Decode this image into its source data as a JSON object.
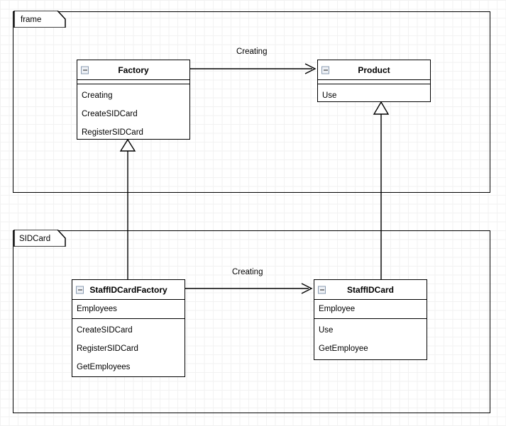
{
  "diagram": {
    "type": "uml-class-diagram",
    "frames": [
      {
        "name": "frame-top",
        "label": "frame"
      },
      {
        "name": "frame-bottom",
        "label": "SIDCard"
      }
    ],
    "classes": [
      {
        "id": "factory",
        "name": "Factory",
        "collapse_icon": "minus-icon",
        "attributes": [],
        "methods": [
          "Creating",
          "CreateSIDCard",
          "RegisterSIDCard"
        ]
      },
      {
        "id": "product",
        "name": "Product",
        "collapse_icon": "minus-icon",
        "attributes": [],
        "methods": [
          "Use"
        ]
      },
      {
        "id": "staffidcardfactory",
        "name": "StaffIDCardFactory",
        "collapse_icon": "minus-icon",
        "attributes": [
          "Employees"
        ],
        "methods": [
          "CreateSIDCard",
          "RegisterSIDCard",
          "GetEmployees"
        ]
      },
      {
        "id": "staffidcard",
        "name": "StaffIDCard",
        "collapse_icon": "minus-icon",
        "attributes": [
          "Employee"
        ],
        "methods": [
          "Use",
          "GetEmployee"
        ]
      }
    ],
    "edges": [
      {
        "id": "factory-product",
        "kind": "association",
        "label": "Creating",
        "from": "factory",
        "to": "product"
      },
      {
        "id": "staffidcardfactory-staffidcard",
        "kind": "association",
        "label": "Creating",
        "from": "staffidcardfactory",
        "to": "staffidcard"
      },
      {
        "id": "factory-generalization",
        "kind": "generalization",
        "label": "",
        "from": "staffidcardfactory",
        "to": "factory"
      },
      {
        "id": "product-generalization",
        "kind": "generalization",
        "label": "",
        "from": "staffidcard",
        "to": "product"
      }
    ],
    "colors": {
      "stroke": "#000000",
      "background": "#ffffff",
      "grid_minor": "#f2f2f2",
      "grid_major": "#e0e0e0",
      "icon_border": "#8a9bb0",
      "icon_fill": "#eef1f6"
    }
  }
}
